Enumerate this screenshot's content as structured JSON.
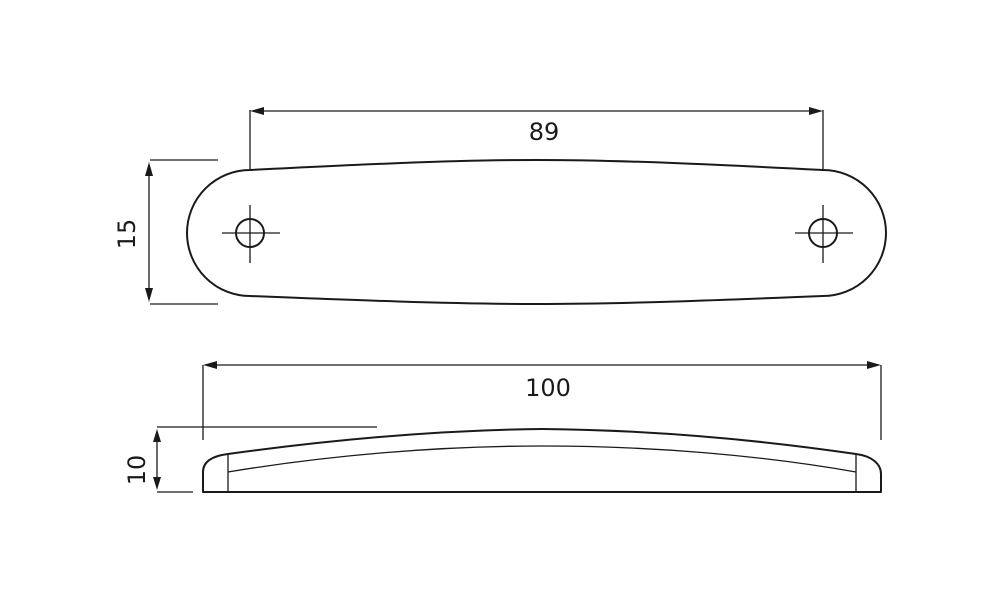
{
  "dimensions": {
    "hole_spacing": "89",
    "plate_height": "15",
    "overall_length": "100",
    "thickness": "10"
  },
  "colors": {
    "line": "#1a1a1a",
    "background": "#ffffff"
  }
}
